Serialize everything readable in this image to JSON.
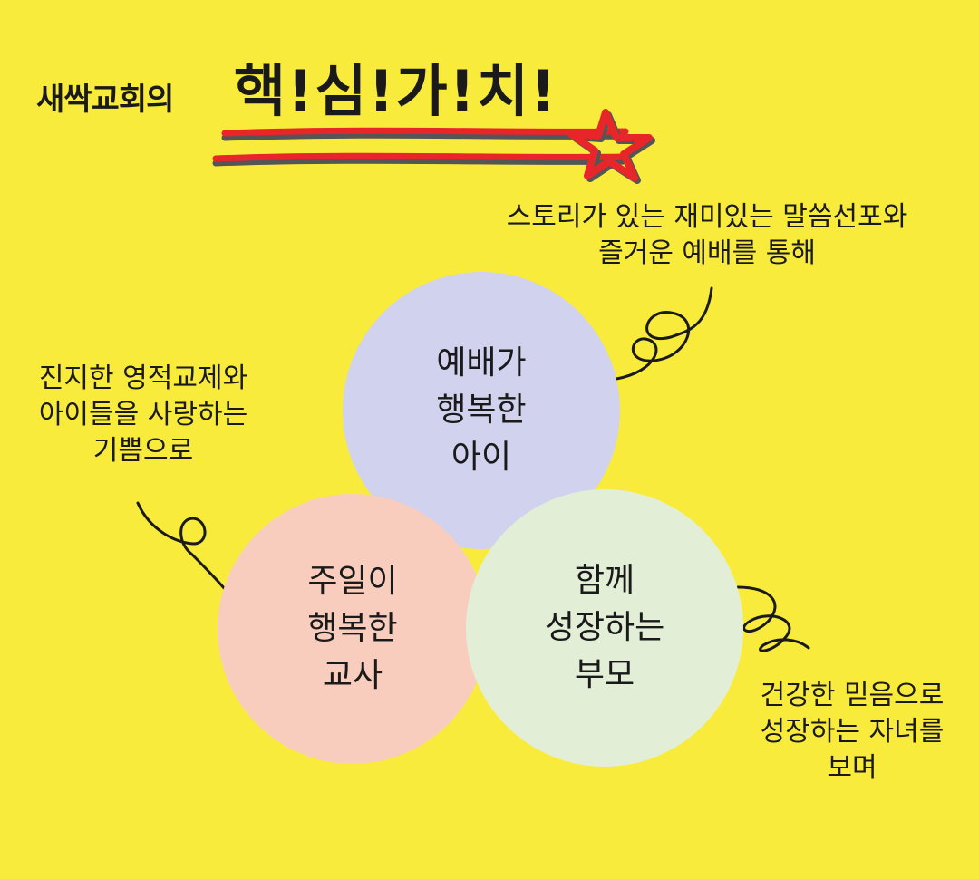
{
  "header": {
    "church": "새싹교회의",
    "headline": "핵!심!가!치!"
  },
  "colors": {
    "background": "#f9eb3b",
    "circle_child": "#d1d2ee",
    "circle_teacher": "#f9cdbe",
    "circle_parent": "#e3eed7",
    "accent_red": "#e8262a"
  },
  "circles": {
    "child": [
      "예배가",
      "행복한",
      "아이"
    ],
    "teacher": [
      "주일이",
      "행복한",
      "교사"
    ],
    "parent": [
      "함께",
      "성장하는",
      "부모"
    ]
  },
  "notes": {
    "top": [
      "스토리가 있는 재미있는 말씀선포와",
      "즐거운 예배를 통해"
    ],
    "left": [
      "진지한 영적교제와",
      "아이들을 사랑하는",
      "기쁨으로"
    ],
    "right": [
      "건강한 믿음으로",
      "성장하는 자녀를",
      "보며"
    ]
  }
}
